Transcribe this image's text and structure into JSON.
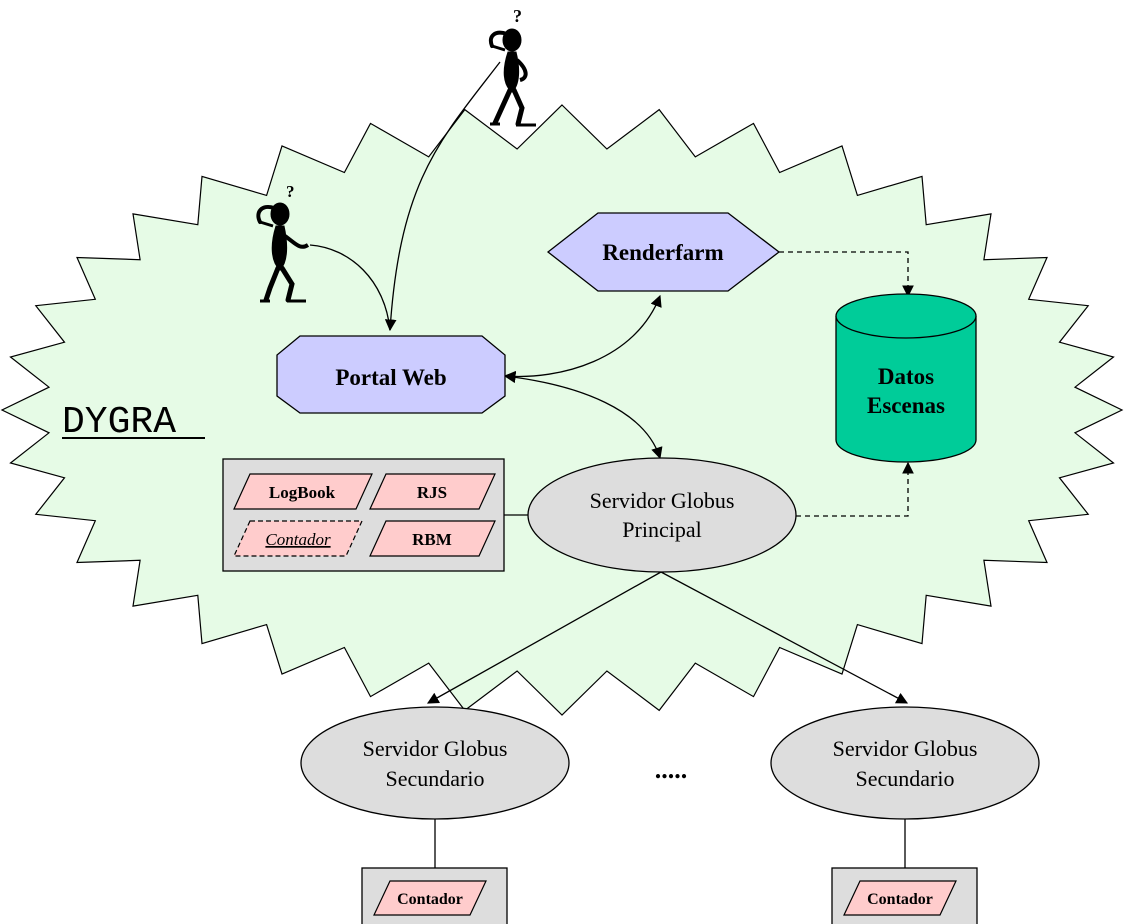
{
  "diagram": {
    "system_label": "DYGRA",
    "nodes": {
      "portal": "Portal Web",
      "renderfarm": "Renderfarm",
      "datos_line1": "Datos",
      "datos_line2": "Escenas",
      "principal_line1": "Servidor Globus",
      "principal_line2": "Principal",
      "secundario_left_line1": "Servidor Globus",
      "secundario_left_line2": "Secundario",
      "secundario_right_line1": "Servidor Globus",
      "secundario_right_line2": "Secundario",
      "ellipsis": "....."
    },
    "modules": {
      "logbook": "LogBook",
      "rjs": "RJS",
      "contador": "Contador",
      "rbm": "RBM",
      "contador_left": "Contador",
      "contador_right": "Contador"
    },
    "users": {
      "question_mark": "?"
    },
    "colors": {
      "cloud_fill": "#e6fbe6",
      "node_fill": "#ccccff",
      "db_fill": "#00cc99",
      "server_fill": "#dddddd",
      "module_fill": "#ffcccc",
      "panel_fill": "#dddddd"
    }
  }
}
